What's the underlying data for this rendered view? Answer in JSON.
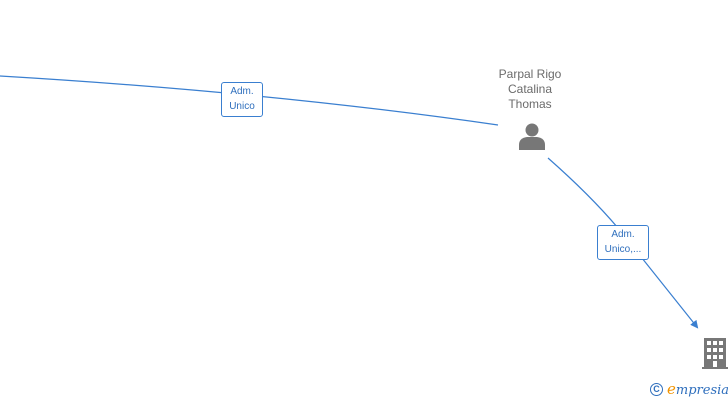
{
  "person": {
    "name_lines": [
      "Parpal Rigo",
      "Catalina",
      "Thomas"
    ],
    "icon": "person-icon"
  },
  "edges": [
    {
      "label_lines": [
        "Adm.",
        "Unico"
      ]
    },
    {
      "label_lines": [
        "Adm.",
        "Unico,..."
      ]
    }
  ],
  "company": {
    "icon": "building-icon"
  },
  "brand": {
    "copyright_symbol": "C",
    "name_first": "e",
    "name_rest": "mpresia"
  },
  "colors": {
    "edge": "#3a7fd0",
    "label_text": "#2f6fbd",
    "node_icon": "#777777",
    "node_text": "#6b6b6b",
    "brand_accent": "#f29400"
  }
}
